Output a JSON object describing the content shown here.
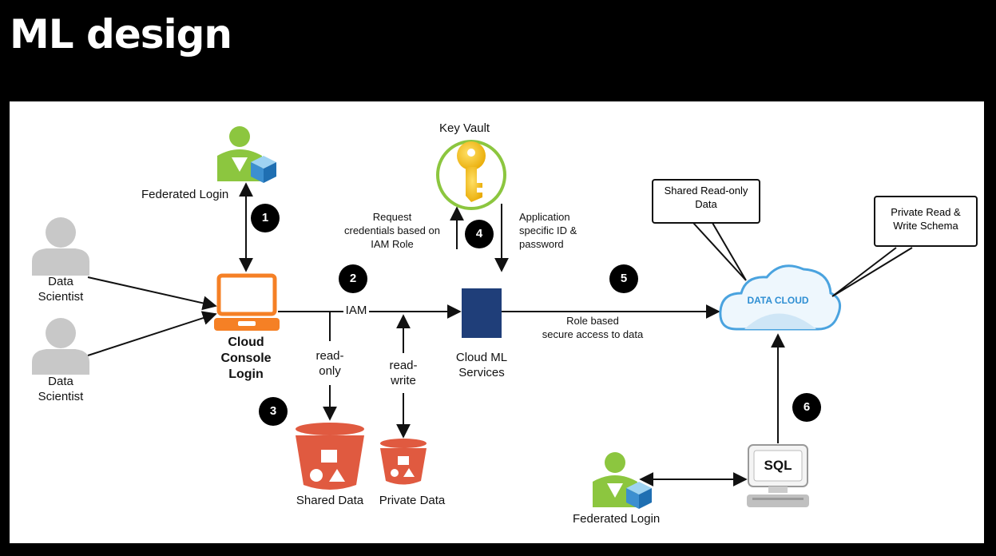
{
  "slide_title": "ML design",
  "nodes": {
    "federated_login_top": "Federated Login",
    "key_vault": "Key Vault",
    "data_scientist_1": "Data\nScientist",
    "data_scientist_2": "Data\nScientist",
    "cloud_console": "Cloud\nConsole\nLogin",
    "cloud_ml": "Cloud ML\nServices",
    "shared_data": "Shared Data",
    "private_data": "Private Data",
    "data_cloud": "DATA CLOUD",
    "sql": "SQL",
    "federated_login_bottom": "Federated Login"
  },
  "edge_labels": {
    "request_credentials": "Request\ncredentials based on\nIAM Role",
    "app_credentials": "Application\nspecific ID &\npassword",
    "iam": "IAM",
    "read_only": "read-\nonly",
    "read_write": "read-\nwrite",
    "role_based": "Role based\nsecure access to data"
  },
  "callouts": {
    "shared_readonly": "Shared Read-only\nData",
    "private_rw": "Private Read &\nWrite Schema"
  },
  "steps": [
    "1",
    "2",
    "3",
    "4",
    "5",
    "6"
  ],
  "colors": {
    "console_orange": "#f58025",
    "bucket_red": "#e05a40",
    "ml_blue": "#1f3e79",
    "key_yellow": "#f2c200",
    "cloud_blue": "#4aa3df",
    "login_green": "#8cc63f"
  }
}
